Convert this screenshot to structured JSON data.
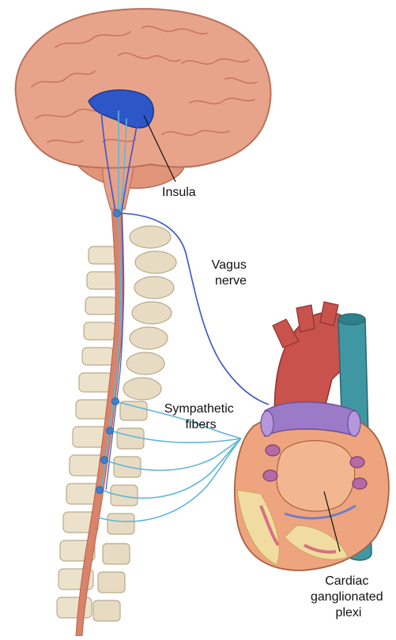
{
  "labels": {
    "insula": "Insula",
    "vagus_nerve": [
      "Vagus",
      "nerve"
    ],
    "sympathetic_fibers": [
      "Sympathetic",
      "fibers"
    ],
    "cardiac_ganglionated_plexi": [
      "Cardiac",
      "ganglionated",
      "plexi"
    ]
  },
  "colors": {
    "brain": "#e8a48a",
    "brain_dark": "#c7765e",
    "insula": "#2d57c8",
    "vagus_nerve": "#3a56c8",
    "sympathetic_fibers": "#5fb6d6",
    "spinal_cord": "#d9836b",
    "vertebra": "#e7dcc3",
    "vertebra_shadow": "#b9a98a",
    "heart": "#eea47e",
    "aorta": "#c9524d",
    "vena_cava": "#3f97a3",
    "pulmonary_veins": "#9b7ac7",
    "fat": "#f0dca0"
  }
}
